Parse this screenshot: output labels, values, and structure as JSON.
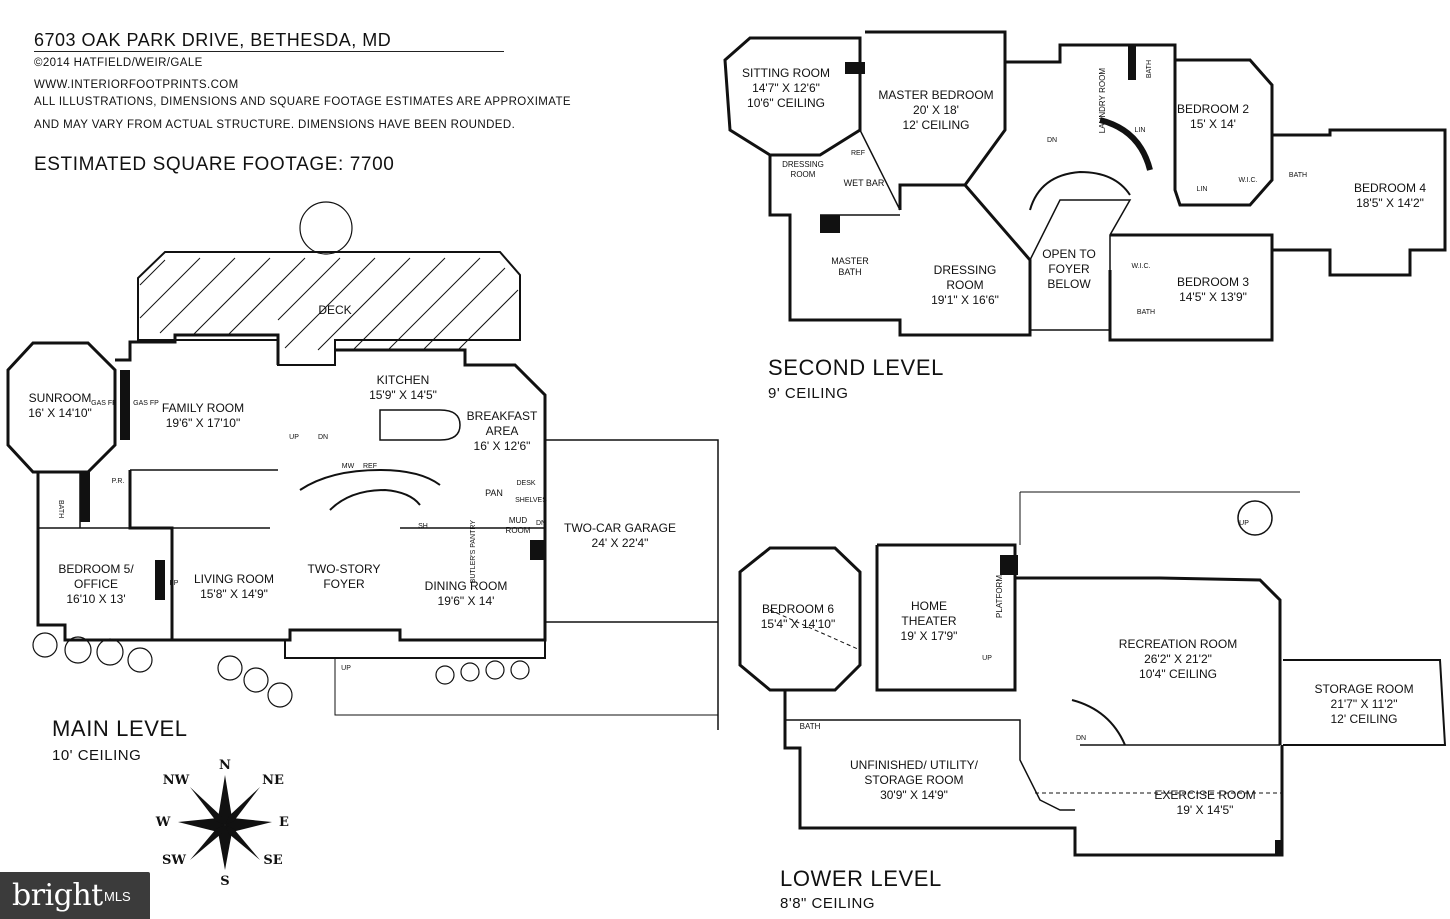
{
  "header": {
    "address": "6703 OAK PARK DRIVE, BETHESDA, MD",
    "copyright": "©2014 HATFIELD/WEIR/GALE",
    "website": "WWW.INTERIORFOOTPRINTS.COM",
    "disclaimer_1": "ALL ILLUSTRATIONS, DIMENSIONS AND SQUARE FOOTAGE ESTIMATES ARE APPROXIMATE",
    "disclaimer_2": "AND MAY VARY FROM ACTUAL STRUCTURE. DIMENSIONS HAVE BEEN ROUNDED.",
    "square_footage": "ESTIMATED SQUARE FOOTAGE: 7700"
  },
  "levels": {
    "main": {
      "title": "MAIN LEVEL",
      "ceiling": "10' CEILING"
    },
    "second": {
      "title": "SECOND LEVEL",
      "ceiling": "9' CEILING"
    },
    "lower": {
      "title": "LOWER LEVEL",
      "ceiling": "8'8\" CEILING"
    }
  },
  "main_rooms": {
    "deck": "DECK",
    "sunroom": [
      "SUNROOM",
      "16' X 14'10\""
    ],
    "family_room": [
      "FAMILY ROOM",
      "19'6\" X 17'10\""
    ],
    "kitchen": [
      "KITCHEN",
      "15'9\" X 14'5\""
    ],
    "breakfast": [
      "BREAKFAST",
      "AREA",
      "16' X 12'6\""
    ],
    "garage": [
      "TWO-CAR GARAGE",
      "24' X 22'4\""
    ],
    "bedroom5": [
      "BEDROOM 5/",
      "OFFICE",
      "16'10 X 13'"
    ],
    "living_room": [
      "LIVING ROOM",
      "15'8\" X 14'9\""
    ],
    "foyer": [
      "TWO-STORY",
      "FOYER"
    ],
    "dining_room": [
      "DINING ROOM",
      "19'6\" X 14'"
    ],
    "pan": "PAN",
    "butlers": "BUTLER'S PANTRY",
    "mud": [
      "MUD",
      "ROOM"
    ],
    "desk": "DESK",
    "shelves": "SHELVES",
    "bath": "BATH",
    "pr": "P.R.",
    "gas_ff": "GAS FP",
    "fp": "FP",
    "dn": "DN",
    "up": "UP",
    "mw": "MW",
    "ref": "REF",
    "sh": "SH"
  },
  "second_rooms": {
    "sitting": [
      "SITTING ROOM",
      "14'7\" X 12'6\"",
      "10'6\" CEILING"
    ],
    "master": [
      "MASTER BEDROOM",
      "20' X 18'",
      "12' CEILING"
    ],
    "laundry": [
      "LAUNDRY",
      "ROOM"
    ],
    "bedroom2": [
      "BEDROOM 2",
      "15' X 14'"
    ],
    "bedroom4": [
      "BEDROOM 4",
      "18'5\" X 14'2\""
    ],
    "bedroom3": [
      "BEDROOM 3",
      "14'5\" X 13'9\""
    ],
    "dressing_small": [
      "DRESSING",
      "ROOM"
    ],
    "wet_bar": "WET BAR",
    "master_bath": [
      "MASTER",
      "BATH"
    ],
    "dressing_room": [
      "DRESSING",
      "ROOM",
      "19'1\" X 16'6\""
    ],
    "open_foyer": [
      "OPEN TO",
      "FOYER",
      "BELOW"
    ],
    "lin": "LIN",
    "wic": "W.I.C.",
    "bath": "BATH",
    "ref": "REF",
    "dn": "DN"
  },
  "lower_rooms": {
    "bedroom6": [
      "BEDROOM 6",
      "15'4\" X 14'10\""
    ],
    "theater": [
      "HOME",
      "THEATER",
      "19' X 17'9\""
    ],
    "platform": "PLATFORM",
    "recreation": [
      "RECREATION ROOM",
      "26'2\" X 21'2\"",
      "10'4\" CEILING"
    ],
    "storage": [
      "STORAGE ROOM",
      "21'7\" X 11'2\"",
      "12' CEILING"
    ],
    "utility": [
      "UNFINISHED/ UTILITY/",
      "STORAGE ROOM",
      "30'9\" X 14'9\""
    ],
    "exercise": [
      "EXERCISE ROOM",
      "19' X 14'5\""
    ],
    "bath": "BATH",
    "up": "UP",
    "dn": "DN"
  },
  "compass": {
    "n": "N",
    "ne": "NE",
    "e": "E",
    "se": "SE",
    "s": "S",
    "sw": "SW",
    "w": "W",
    "nw": "NW"
  },
  "logo": {
    "brand": "bright",
    "suffix": "MLS"
  }
}
